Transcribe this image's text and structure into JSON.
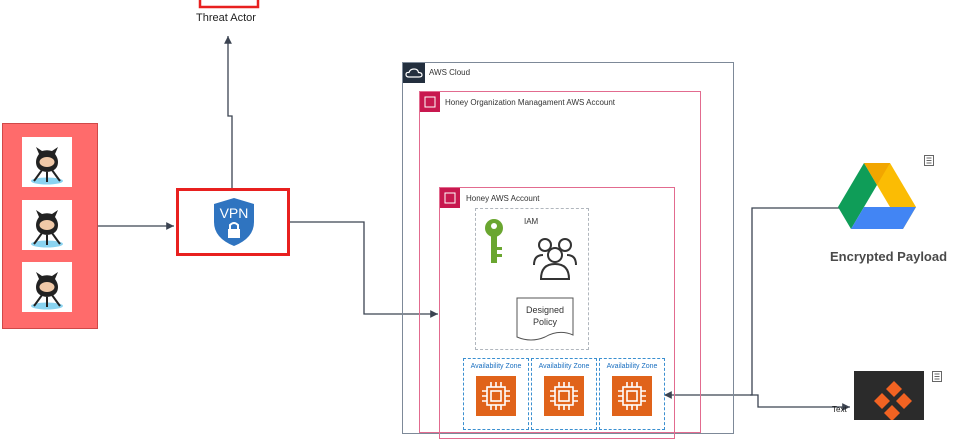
{
  "diagram": {
    "threat_actor_label": "Threat Actor",
    "vpn_label": "VPN",
    "aws_cloud_label": "AWS Cloud",
    "org_account_label": "Honey Organization Managament AWS Account",
    "honey_account_label": "Honey AWS Account",
    "iam_label": "IAM",
    "policy_label_line1": "Designed",
    "policy_label_line2": "Policy",
    "availability_zones": [
      {
        "label": "Availability Zone"
      },
      {
        "label": "Availability Zone"
      },
      {
        "label": "Availability Zone"
      }
    ],
    "encrypted_payload_label": "Encrypted Payload",
    "text_label": "Text",
    "colors": {
      "github_panel": "#ff6b6b",
      "vpn_border": "#e8201f",
      "vpn_shield": "#2f74c0",
      "aws_org_border": "#c8184f",
      "iam_key": "#6aa630",
      "ec2_orange": "#e0631a",
      "az_border": "#3a8fd0",
      "connector": "#3b4351"
    },
    "icons": [
      "github-icon",
      "vpn-shield-icon",
      "cloud-icon",
      "aws-account-icon",
      "iam-key-icon",
      "users-group-icon",
      "document-icon",
      "ec2-chip-icon",
      "google-drive-icon",
      "note-icon",
      "tool-icon"
    ]
  }
}
